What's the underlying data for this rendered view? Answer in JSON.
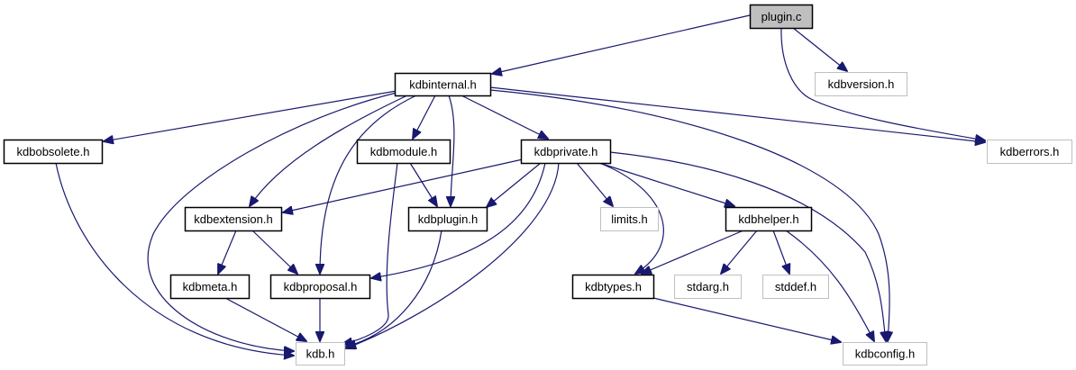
{
  "graph": {
    "title": "plugin.c include dependency graph",
    "colors": {
      "edge": "#191970",
      "root_fill": "#bfbfbf",
      "documented_stroke": "#000000",
      "undocumented_stroke": "#bfbfbf"
    },
    "nodes": [
      {
        "id": "plugin_c",
        "label": "plugin.c",
        "kind": "root"
      },
      {
        "id": "kdbinternal_h",
        "label": "kdbinternal.h",
        "kind": "documented"
      },
      {
        "id": "kdbversion_h",
        "label": "kdbversion.h",
        "kind": "external"
      },
      {
        "id": "kdberrors_h",
        "label": "kdberrors.h",
        "kind": "external"
      },
      {
        "id": "kdbobsolete_h",
        "label": "kdbobsolete.h",
        "kind": "documented"
      },
      {
        "id": "kdbmodule_h",
        "label": "kdbmodule.h",
        "kind": "documented"
      },
      {
        "id": "kdbprivate_h",
        "label": "kdbprivate.h",
        "kind": "documented"
      },
      {
        "id": "kdbextension_h",
        "label": "kdbextension.h",
        "kind": "documented"
      },
      {
        "id": "kdbplugin_h",
        "label": "kdbplugin.h",
        "kind": "documented"
      },
      {
        "id": "limits_h",
        "label": "limits.h",
        "kind": "external"
      },
      {
        "id": "kdbhelper_h",
        "label": "kdbhelper.h",
        "kind": "documented"
      },
      {
        "id": "kdbmeta_h",
        "label": "kdbmeta.h",
        "kind": "documented"
      },
      {
        "id": "kdbproposal_h",
        "label": "kdbproposal.h",
        "kind": "documented"
      },
      {
        "id": "kdbtypes_h",
        "label": "kdbtypes.h",
        "kind": "documented"
      },
      {
        "id": "stdarg_h",
        "label": "stdarg.h",
        "kind": "external"
      },
      {
        "id": "stddef_h",
        "label": "stddef.h",
        "kind": "external"
      },
      {
        "id": "kdb_h",
        "label": "kdb.h",
        "kind": "external"
      },
      {
        "id": "kdbconfig_h",
        "label": "kdbconfig.h",
        "kind": "external"
      }
    ],
    "edges": [
      {
        "from": "plugin_c",
        "to": "kdbinternal_h"
      },
      {
        "from": "plugin_c",
        "to": "kdbversion_h"
      },
      {
        "from": "plugin_c",
        "to": "kdberrors_h"
      },
      {
        "from": "kdbinternal_h",
        "to": "kdbobsolete_h"
      },
      {
        "from": "kdbinternal_h",
        "to": "kdb_h"
      },
      {
        "from": "kdbinternal_h",
        "to": "kdbextension_h"
      },
      {
        "from": "kdbinternal_h",
        "to": "kdbproposal_h"
      },
      {
        "from": "kdbinternal_h",
        "to": "kdbmodule_h"
      },
      {
        "from": "kdbinternal_h",
        "to": "kdbplugin_h"
      },
      {
        "from": "kdbinternal_h",
        "to": "kdbprivate_h"
      },
      {
        "from": "kdbinternal_h",
        "to": "kdbconfig_h"
      },
      {
        "from": "kdbinternal_h",
        "to": "kdberrors_h"
      },
      {
        "from": "kdbobsolete_h",
        "to": "kdb_h"
      },
      {
        "from": "kdbmodule_h",
        "to": "kdb_h"
      },
      {
        "from": "kdbmodule_h",
        "to": "kdbplugin_h"
      },
      {
        "from": "kdbprivate_h",
        "to": "kdbextension_h"
      },
      {
        "from": "kdbprivate_h",
        "to": "kdbplugin_h"
      },
      {
        "from": "kdbprivate_h",
        "to": "kdbproposal_h"
      },
      {
        "from": "kdbprivate_h",
        "to": "kdb_h"
      },
      {
        "from": "kdbprivate_h",
        "to": "limits_h"
      },
      {
        "from": "kdbprivate_h",
        "to": "kdbtypes_h"
      },
      {
        "from": "kdbprivate_h",
        "to": "kdbhelper_h"
      },
      {
        "from": "kdbprivate_h",
        "to": "kdbconfig_h"
      },
      {
        "from": "kdbextension_h",
        "to": "kdbmeta_h"
      },
      {
        "from": "kdbextension_h",
        "to": "kdbproposal_h"
      },
      {
        "from": "kdbplugin_h",
        "to": "kdb_h"
      },
      {
        "from": "kdbhelper_h",
        "to": "kdbtypes_h"
      },
      {
        "from": "kdbhelper_h",
        "to": "stdarg_h"
      },
      {
        "from": "kdbhelper_h",
        "to": "stddef_h"
      },
      {
        "from": "kdbhelper_h",
        "to": "kdbconfig_h"
      },
      {
        "from": "kdbmeta_h",
        "to": "kdb_h"
      },
      {
        "from": "kdbproposal_h",
        "to": "kdb_h"
      },
      {
        "from": "kdbtypes_h",
        "to": "kdbconfig_h"
      }
    ]
  }
}
